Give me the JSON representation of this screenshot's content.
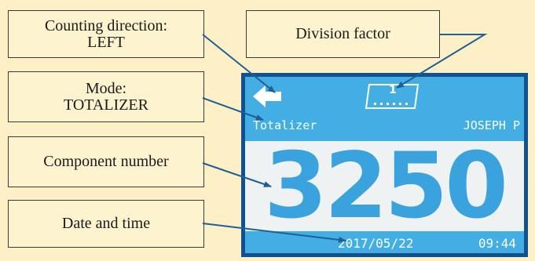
{
  "callouts": {
    "counting_direction": {
      "line1": "Counting direction:",
      "line2": "LEFT"
    },
    "division_factor": {
      "line1": "Division factor"
    },
    "mode": {
      "line1": "Mode:",
      "line2": "TOTALIZER"
    },
    "component_number": {
      "line1": "Component number"
    },
    "date_time": {
      "line1": "Date and time"
    }
  },
  "display": {
    "direction_icon": "arrow-left-icon",
    "division_factor": "1",
    "mode_label": "Totalizer",
    "user": "JOSEPH P",
    "count": "3250",
    "date": "2017/05/22",
    "time": "09:44"
  },
  "colors": {
    "background": "#fdf0c6",
    "screen": "#43aee4",
    "screen_border": "#10518f",
    "count_panel": "#eef2f3",
    "count_digits": "#3aa3de",
    "arrow": "#1f5f98"
  }
}
